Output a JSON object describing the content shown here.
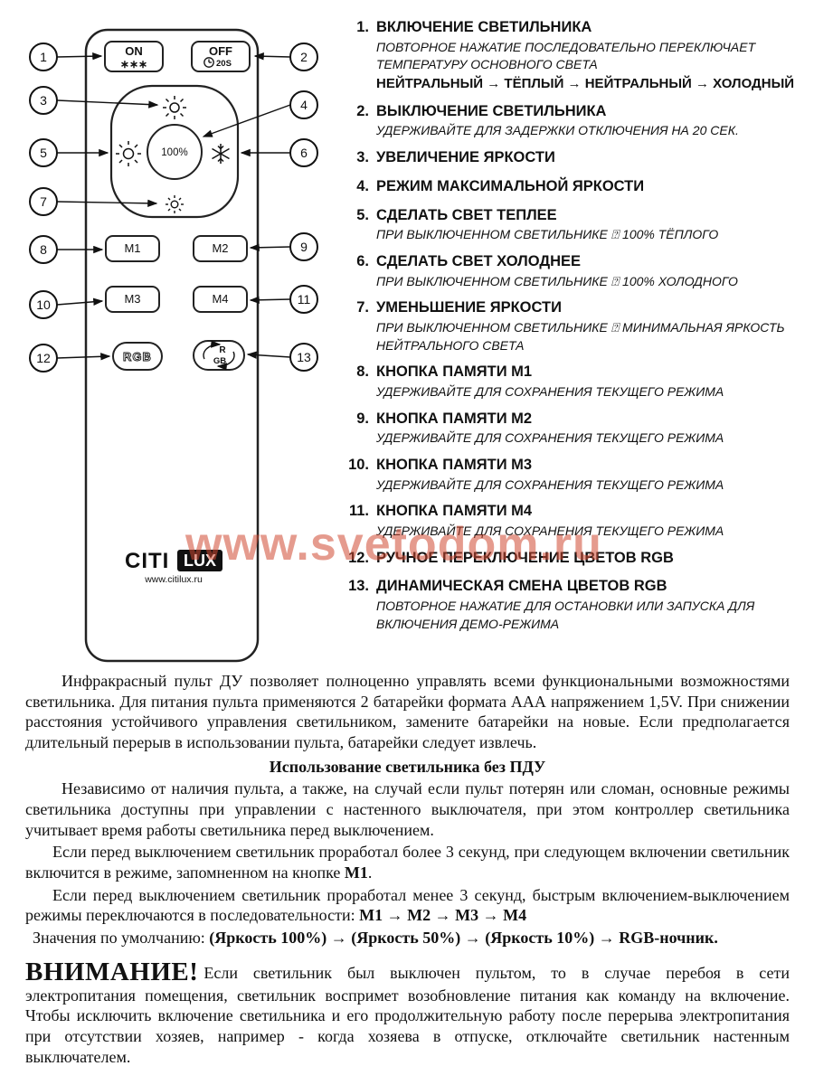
{
  "watermark": "www.svetodom.ru",
  "remote": {
    "on_label": "ON",
    "on_sub": "∗∗∗",
    "off_label": "OFF",
    "off_sub": "20S",
    "center_label": "100%",
    "m1": "M1",
    "m2": "M2",
    "m3": "M3",
    "m4": "M4",
    "rgb_label": "RGB",
    "rgb_cycle_top": "R",
    "rgb_cycle_bottom": "GB",
    "brand_citi": "CITI",
    "brand_lux": "LUX",
    "brand_url": "www.citilux.ru",
    "icon_names": [
      "brightness-up-sun",
      "warm-sun",
      "cold-snowflake",
      "brightness-down-sun",
      "timer-clock",
      "cycle-arrows"
    ]
  },
  "callouts": [
    "1",
    "2",
    "3",
    "4",
    "5",
    "6",
    "7",
    "8",
    "9",
    "10",
    "11",
    "12",
    "13"
  ],
  "instructions": [
    {
      "num": "1.",
      "title": "ВКЛЮЧЕНИЕ СВЕТИЛЬНИКА",
      "desc": "ПОВТОРНОЕ НАЖАТИЕ ПОСЛЕДОВАТЕЛЬНО ПЕРЕКЛЮЧАЕТ ТЕМПЕРАТУРУ ОСНОВНОГО СВЕТА",
      "note": "НЕЙТРАЛЬНЫЙ → ТЁПЛЫЙ → НЕЙТРАЛЬНЫЙ → ХОЛОДНЫЙ"
    },
    {
      "num": "2.",
      "title": "ВЫКЛЮЧЕНИЕ СВЕТИЛЬНИКА",
      "desc": "УДЕРЖИВАЙТЕ ДЛЯ ЗАДЕРЖКИ ОТКЛЮЧЕНИЯ НА 20 СЕК."
    },
    {
      "num": "3.",
      "title": "УВЕЛИЧЕНИЕ ЯРКОСТИ"
    },
    {
      "num": "4.",
      "title": "РЕЖИМ МАКСИМАЛЬНОЙ ЯРКОСТИ"
    },
    {
      "num": "5.",
      "title": "СДЕЛАТЬ СВЕТ ТЕПЛЕЕ",
      "desc": "ПРИ ВЫКЛЮЧЕННОМ СВЕТИЛЬНИКЕ ⍰ 100% ТЁПЛОГО"
    },
    {
      "num": "6.",
      "title": "СДЕЛАТЬ СВЕТ ХОЛОДНЕЕ",
      "desc": "ПРИ ВЫКЛЮЧЕННОМ СВЕТИЛЬНИКЕ ⍰ 100% ХОЛОДНОГО"
    },
    {
      "num": "7.",
      "title": "УМЕНЬШЕНИЕ ЯРКОСТИ",
      "desc": "ПРИ ВЫКЛЮЧЕННОМ СВЕТИЛЬНИКЕ ⍰ МИНИМАЛЬНАЯ ЯРКОСТЬ НЕЙТРАЛЬНОГО СВЕТА"
    },
    {
      "num": "8.",
      "title": "КНОПКА ПАМЯТИ М1",
      "desc": "УДЕРЖИВАЙТЕ ДЛЯ СОХРАНЕНИЯ ТЕКУЩЕГО РЕЖИМА"
    },
    {
      "num": "9.",
      "title": "КНОПКА ПАМЯТИ М2",
      "desc": "УДЕРЖИВАЙТЕ ДЛЯ СОХРАНЕНИЯ ТЕКУЩЕГО РЕЖИМА"
    },
    {
      "num": "10.",
      "title": "КНОПКА ПАМЯТИ М3",
      "desc": "УДЕРЖИВАЙТЕ ДЛЯ СОХРАНЕНИЯ ТЕКУЩЕГО РЕЖИМА"
    },
    {
      "num": "11.",
      "title": "КНОПКА ПАМЯТИ М4",
      "desc": "УДЕРЖИВАЙТЕ ДЛЯ СОХРАНЕНИЯ ТЕКУЩЕГО РЕЖИМА"
    },
    {
      "num": "12.",
      "title": "РУЧНОЕ ПЕРЕКЛЮЧЕНИЕ ЦВЕТОВ RGB"
    },
    {
      "num": "13.",
      "title": "ДИНАМИЧЕСКАЯ СМЕНА ЦВЕТОВ RGB",
      "desc": "ПОВТОРНОЕ НАЖАТИЕ ДЛЯ ОСТАНОВКИ ИЛИ ЗАПУСКА ДЛЯ ВКЛЮЧЕНИЯ ДЕМО-РЕЖИМА"
    }
  ],
  "body": {
    "intro": "Инфракрасный пульт ДУ позволяет полноценно управлять всеми функциональными возможностями светильника. Для питания пульта применяются 2 батарейки формата ААА напряжением 1,5V. При снижении расстояния устойчивого управления светильником, замените батарейки на новые. Если предполагается длительный перерыв в использовании пульта, батарейки следует извлечь.",
    "usage_heading": "Использование светильника без ПДУ",
    "usage_p1": "Независимо от наличия пульта, а также, на случай если пульт потерян или сломан, основные режимы светильника доступны при управлении с настенного выключателя, при этом контроллер светильника учитывает время работы светильника перед выключением.",
    "m1_pre": "Если перед выключением светильник проработал более 3 секунд, при следующем включении светильник включится в режиме, запомненном на кнопке ",
    "m1_bold": "М1",
    "m1_post": ".",
    "seq_pre": "Если перед выключением светильник проработал менее 3 секунд, быстрым включением-выключением режимы переключаются в последовательности: ",
    "seq_bold": "М1 → М2 → М3 → М4",
    "defaults_pre": "Значения по умолчанию: ",
    "defaults_bold": "(Яркость 100%) → (Яркость 50%) → (Яркость 10%) → RGB-ночник.",
    "attention_title": "ВНИМАНИЕ!",
    "attention_text": "Если светильник был выключен пультом, то в случае перебоя в сети электропитания помещения, светильник воспримет возобновление питания как команду на включение. Чтобы исключить включение светильника и его продолжительную работу после перерыва электропитания при отсутствии хозяев, например - когда хозяева в отпуске, отключайте светильник настенным выключателем."
  }
}
